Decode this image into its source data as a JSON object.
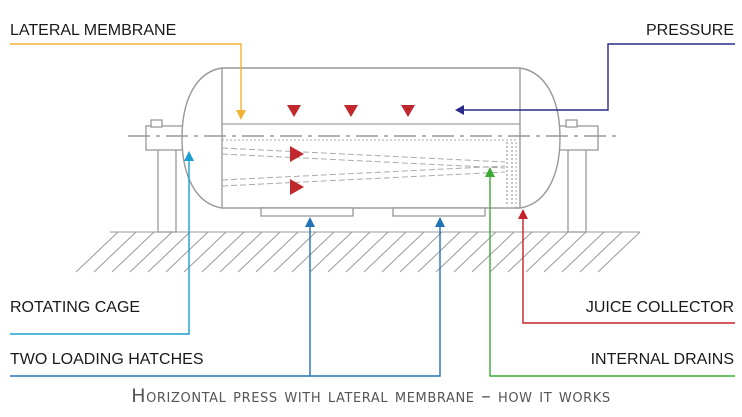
{
  "labels": {
    "lateral_membrane": "LATERAL MEMBRANE",
    "pressure": "PRESSURE",
    "rotating_cage": "ROTATING CAGE",
    "juice_collector": "JUICE COLLECTOR",
    "two_loading_hatches": "TWO LOADING HATCHES",
    "internal_drains": "INTERNAL DRAINS"
  },
  "caption": "Horizontal press with lateral membrane – how it works",
  "colors": {
    "outline": "#999999",
    "lateral_membrane": "#f2b233",
    "pressure": "#2b2a8a",
    "rotating_cage": "#1a9fd0",
    "juice_collector": "#c8202a",
    "two_loading_hatches": "#2273b5",
    "internal_drains": "#3aaa35",
    "pressure_triangles": "#c0282d"
  }
}
